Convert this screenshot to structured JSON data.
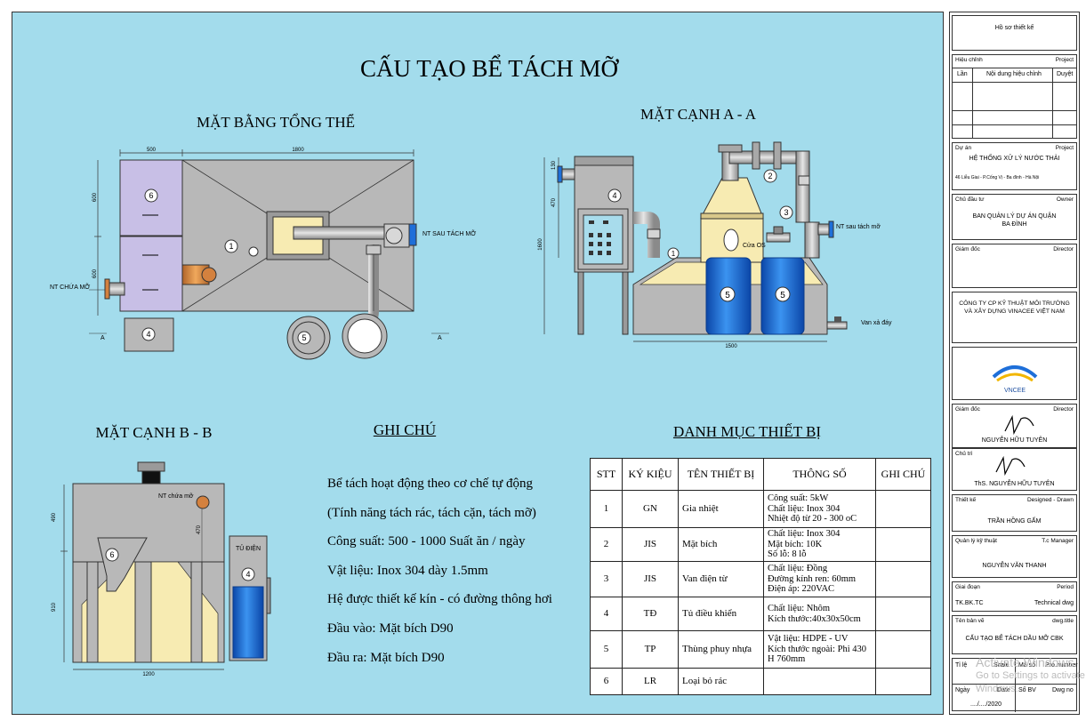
{
  "title": "CẤU TẠO BỂ TÁCH MỠ",
  "views": {
    "plan": {
      "title": "MẶT BẰNG TỔNG THỂ",
      "dims": {
        "w1": "500",
        "w2": "1800",
        "h1": "600",
        "h2": "600"
      },
      "labels": {
        "inlet": "NT CHỨA MỠ",
        "outlet": "NT SAU TÁCH MỠ",
        "sec": "A"
      },
      "callouts": [
        "1",
        "4",
        "5",
        "6"
      ]
    },
    "sectionA": {
      "title": "MẶT CẠNH A - A",
      "dims": {
        "h1": "130",
        "h2": "470",
        "h3": "1600",
        "w1": "1500"
      },
      "labels": {
        "outlet": "NT sau tách mỡ",
        "valve": "Van xả đáy",
        "door": "Cửa OS"
      },
      "callouts": [
        "1",
        "2",
        "3",
        "4",
        "5",
        "5"
      ]
    },
    "sectionB": {
      "title": "MẶT CẠNH B - B",
      "dims": {
        "h1": "490",
        "h2": "910",
        "h3": "470",
        "w1": "1200"
      },
      "labels": {
        "inlet": "NT chứa mỡ",
        "cabinet": "TỦ ĐIỆN"
      },
      "callouts": [
        "6",
        "4"
      ]
    }
  },
  "notes": {
    "title": "GHI CHÚ",
    "lines": [
      "Bể tách hoạt động theo cơ chế tự động",
      "(Tính năng tách rác, tách cặn, tách mỡ)",
      "Công suất: 500 - 1000 Suất ăn / ngày",
      "Vật liệu: Inox 304 dày 1.5mm",
      "Hệ được thiết kế kín - có đường thông hơi",
      "Đầu vào: Mặt bích D90",
      "Đầu ra: Mặt bích D90"
    ]
  },
  "equipment": {
    "title": "DANH MỤC THIẾT BỊ",
    "headers": [
      "STT",
      "KÝ KIỆU",
      "TÊN THIẾT BỊ",
      "THÔNG SỐ",
      "GHI CHÚ"
    ],
    "rows": [
      {
        "stt": "1",
        "code": "GN",
        "name": "Gia nhiệt",
        "spec": [
          "Công suất: 5kW",
          "Chất liệu: Inox 304",
          "Nhiệt độ từ 20 - 300 oC"
        ],
        "note": ""
      },
      {
        "stt": "2",
        "code": "JIS",
        "name": "Mặt bích",
        "spec": [
          "Chất liệu: Inox 304",
          " Mặt bích: 10K",
          "Số lỗ: 8 lỗ"
        ],
        "note": ""
      },
      {
        "stt": "3",
        "code": "JIS",
        "name": "Van điện từ",
        "spec": [
          "Chất liệu: Đồng",
          "Đường kính ren: 60mm",
          "Điện áp: 220VAC"
        ],
        "note": ""
      },
      {
        "stt": "4",
        "code": "TĐ",
        "name": "Tủ điều khiển",
        "spec": [
          "Chất liệu: Nhôm",
          "Kích thước:40x30x50cm"
        ],
        "note": ""
      },
      {
        "stt": "5",
        "code": "TP",
        "name": "Thùng phuy nhựa",
        "spec": [
          "Vật liệu: HDPE - UV",
          "Kích thước ngoài: Phi 430",
          "H 760mm"
        ],
        "note": ""
      },
      {
        "stt": "6",
        "code": "LR",
        "name": "Loại bỏ rác",
        "spec": [],
        "note": ""
      }
    ]
  },
  "titleblock": {
    "reviewer": "Hồ sơ thiết kế",
    "revision_l": "Hiệu chỉnh",
    "revision_r": "Project",
    "rev_cols": [
      "Lần",
      "Nội dung hiệu chỉnh",
      "Duyệt"
    ],
    "project_l": "Dự án",
    "project_r": "Project",
    "project_name": "HỆ THỐNG XỬ LÝ NƯỚC THẢI",
    "project_addr": "46 Liễu Giai - P.Cống Vị - Ba đình - Hà Nội",
    "owner_l": "Chủ đầu tư",
    "owner_r": "Owner",
    "owner_name": "BAN QUẢN LÝ DỰ ÁN QUẬN BA ĐÌNH",
    "director_l": "Giám đốc",
    "director_r": "Director",
    "company": "CÔNG TY CP KỸ THUẬT MÔI TRƯỜNG VÀ XÂY DỰNG VINACEE VIỆT NAM",
    "logo_text": "VNCEE",
    "director2_l": "Giám đốc",
    "director2_r": "Director",
    "director2_name": "NGUYỄN HỮU TUYÊN",
    "lead_l": "Chủ trì",
    "lead_name": "ThS. NGUYỄN HỮU TUYÊN",
    "designer_l": "Thiết kế",
    "designer_r": "Designed - Drawn",
    "designer_name": "TRẦN HỒNG GẤM",
    "manager_l": "Quản lý kỹ thuật",
    "manager_r": "T.c Manager",
    "manager_name": "NGUYỄN VĂN THANH",
    "period_l": "Giai đoạn",
    "period_r": "Period",
    "period_val": "TK.BK.TC",
    "period_sub": "Technical dwg",
    "dwg_l": "Tên bản vẽ",
    "dwg_r": "dwg.title",
    "dwg_name": "CẤU TẠO BỂ TÁCH DẦU MỠ CBK",
    "scale_row": [
      "Tỉ lệ",
      "Scale",
      "Mã số",
      "Pro.number"
    ],
    "date_row": [
      "Ngày",
      "Date",
      "Số BV",
      "Dwg no"
    ],
    "date_val": "..../..../2020"
  },
  "watermark": {
    "line1": "Activate Windows",
    "line2": "Go to Settings to activate Windows."
  },
  "colors": {
    "sheet": "#a3dcec",
    "tank": "#b8b8b8",
    "purple": "#c8bfe6",
    "yellow": "#f7ebb2",
    "drum": "#1e6fd9",
    "flange": "#d4813e"
  }
}
